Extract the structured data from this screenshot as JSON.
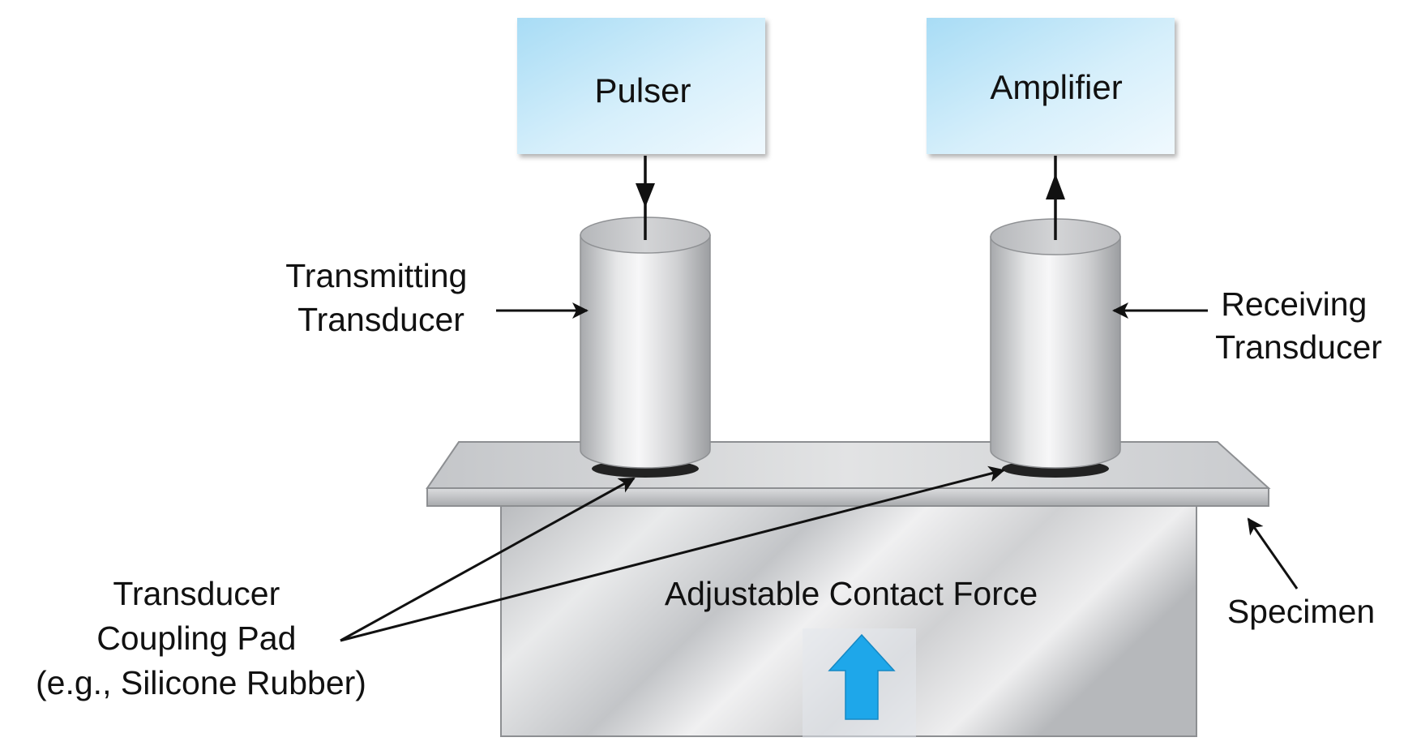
{
  "diagram": {
    "pulser_label": "Pulser",
    "amplifier_label": "Amplifier",
    "transmitting_line1": "Transmitting",
    "transmitting_line2": "Transducer",
    "receiving_line1": "Receiving",
    "receiving_line2": "Transducer",
    "coupling_line1": "Transducer",
    "coupling_line2": "Coupling Pad",
    "coupling_line3": "(e.g., Silicone Rubber)",
    "force_label": "Adjustable Contact Force",
    "specimen_label": "Specimen"
  },
  "colors": {
    "box_fill_light": "#eaf6fd",
    "box_fill_dark": "#a5dcf5",
    "force_arrow": "#1ea7ea",
    "metal_light": "#f4f4f5",
    "metal_dark": "#a9abae"
  }
}
